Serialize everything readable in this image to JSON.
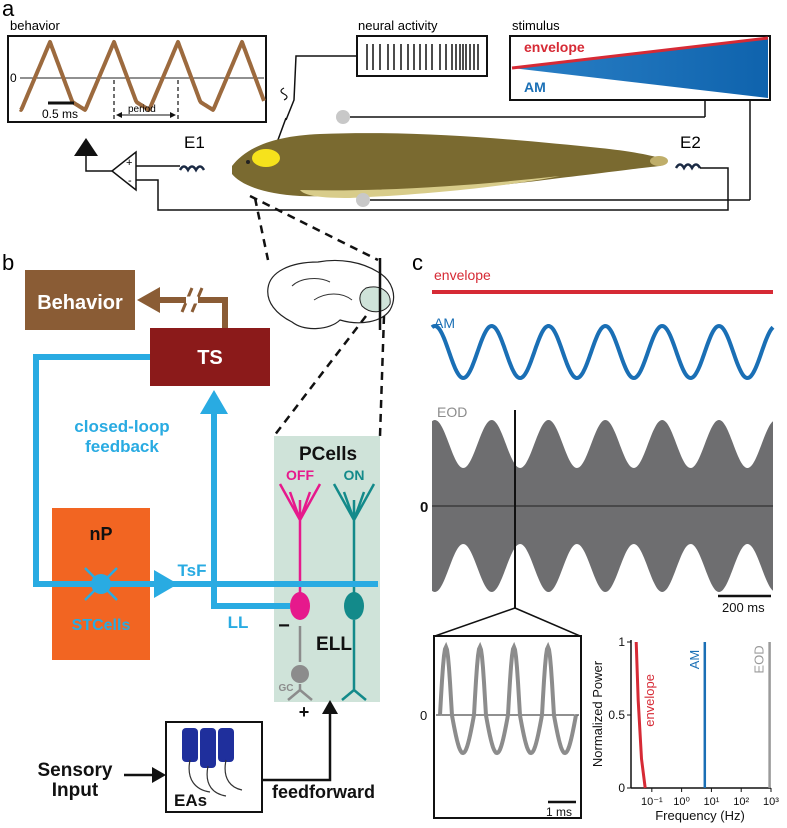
{
  "panels": {
    "a": "a",
    "b": "b",
    "c": "c"
  },
  "panel_a": {
    "behavior_title": "behavior",
    "zero_label": "0",
    "scale_label": "0.5 ms",
    "period_label": "period",
    "neural_activity_title": "neural activity",
    "stimulus_title": "stimulus",
    "envelope_label": "envelope",
    "am_label": "AM",
    "e1_label": "E1",
    "e2_label": "E2",
    "amp_plus": "+",
    "amp_minus": "-",
    "colors": {
      "behavior_trace": "#9c6a3e",
      "envelope": "#d62a35",
      "am": "#1a6fb5",
      "fish_body": "#7a6a30"
    }
  },
  "panel_b": {
    "behavior_box": "Behavior",
    "ts_box": "TS",
    "closed_loop_line1": "closed-loop",
    "closed_loop_line2": "feedback",
    "np_label": "nP",
    "stcells_label": "STCells",
    "tsf_label": "TsF",
    "ll_label": "LL",
    "pcells_label": "PCells",
    "off_label": "OFF",
    "on_label": "ON",
    "ell_label": "ELL",
    "gc_label": "GC",
    "minus_label": "−",
    "plus_label": "+",
    "sensory_line1": "Sensory",
    "sensory_line2": "Input",
    "eas_label": "EAs",
    "feedforward_label": "feedforward",
    "colors": {
      "behavior_box": "#8a5c35",
      "ts_box": "#8b1a1a",
      "feedback": "#29abe2",
      "np_box": "#f26522",
      "ell_box": "#cfe3d9",
      "off_cell": "#e6198c",
      "on_cell": "#138a8a"
    }
  },
  "panel_c": {
    "envelope_label": "envelope",
    "am_label": "AM",
    "eod_label": "EOD",
    "zero_label": "0",
    "scale_200": "200 ms",
    "inset_zero": "0",
    "scale_1": "1 ms",
    "colors": {
      "envelope": "#d62a35",
      "am": "#1a6fb5",
      "eod": "#6e6e70",
      "inset_trace": "#8c8c8c"
    }
  },
  "chart_data": {
    "type": "line",
    "xlabel": "Frequency (Hz)",
    "ylabel": "Normalized Power",
    "x_scale": "log",
    "x_ticks": [
      "10⁻¹",
      "10⁰",
      "10¹",
      "10²",
      "10³"
    ],
    "y_ticks": [
      "0",
      "0.5",
      "1"
    ],
    "ylim": [
      0,
      1
    ],
    "series": [
      {
        "name": "envelope",
        "color": "#d62a35",
        "x": [
          0.03,
          0.035,
          0.045,
          0.06
        ],
        "y": [
          1.0,
          0.6,
          0.2,
          0.0
        ]
      },
      {
        "name": "AM",
        "color": "#1a6fb5",
        "x": [
          6,
          6
        ],
        "y": [
          0,
          1
        ]
      },
      {
        "name": "EOD",
        "color": "#9a9a9a",
        "x": [
          900,
          900
        ],
        "y": [
          0,
          1
        ]
      }
    ]
  }
}
